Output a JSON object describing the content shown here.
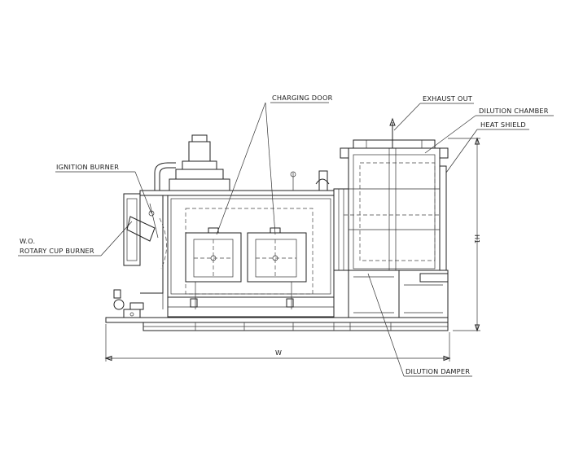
{
  "labels": {
    "charging_door": "CHARGING DOOR",
    "exhaust_out": "EXHAUST OUT",
    "dilution_chamber": "DILUTION CHAMBER",
    "heat_shield": "HEAT SHIELD",
    "ignition_burner": "IGNITION BURNER",
    "wo": "W.O.",
    "rotary_cup_burner": "ROTARY CUP BURNER",
    "dilution_damper": "DILUTION DAMPER"
  },
  "dimensions": {
    "width": "W",
    "height": "H1"
  }
}
